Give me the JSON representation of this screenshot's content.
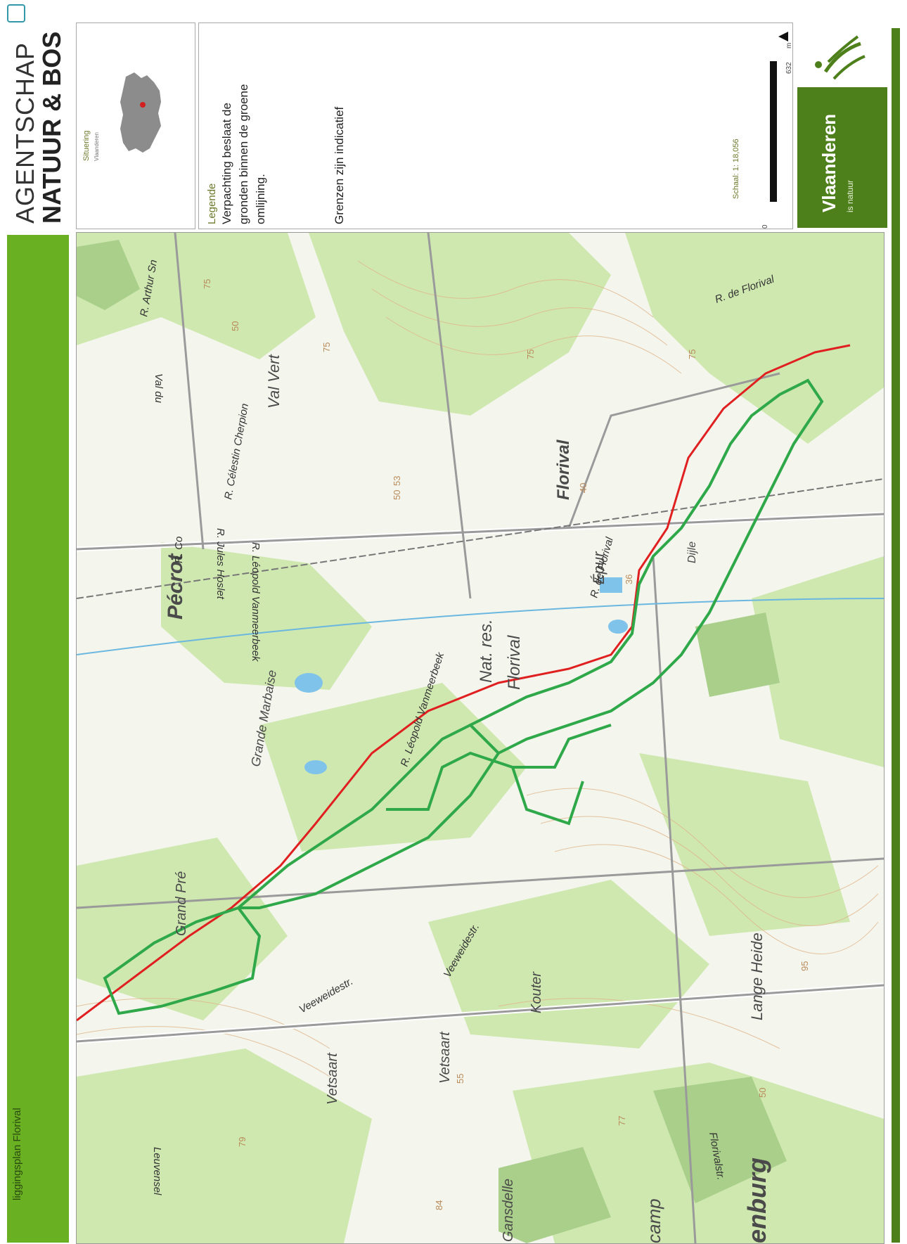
{
  "header": {
    "agency_line1": "AGENTSCHAP",
    "agency_line2": "NATUUR & BOS"
  },
  "left_bar": {
    "title": "liggingsplan Florival"
  },
  "situering": {
    "label": "Situering",
    "sublabel": "Vlaanderen"
  },
  "legend": {
    "title": "Legende",
    "line1": "Verpachting  beslaat de",
    "line2": "gronden binnen de groene",
    "line3": "omlijning.",
    "note": "Grenzen zijn indicatief",
    "scale_label": "Schaal:  1: 18,056",
    "scale_start": "0",
    "scale_end": "632",
    "scale_unit": "m"
  },
  "logo": {
    "name": "Vlaanderen",
    "sub": "is natuur"
  },
  "map_labels": {
    "pecrot": "Pécrot",
    "val_vert": "Val Vert",
    "florival": "Florival",
    "epur": "Épur",
    "grand_pre": "Grand Pré",
    "grande_marbaise": "Grande Marbaise",
    "nat_res": "Nat. res.",
    "nat_res2": "Florival",
    "dijle": "Dijle",
    "vetsaart1": "Vetsaart",
    "vetsaart2": "Vetsaart",
    "kouter": "Kouter",
    "lange_heide": "Lange Heide",
    "gansdelle": "Gansdelle",
    "camp": "camp",
    "enburg": "enburg",
    "r_celestin": "R. Célestin Cherpion",
    "r_jules": "R. Jules Hoslet",
    "r_leopold1": "R. Léopold Vanmeerbeek",
    "r_leopold2": "R. Léopold Vanmeerbeek",
    "r_florival1": "R. de Florival",
    "r_florival2": "R. de Florival",
    "veeweide1": "Veeweidestr.",
    "veeweide2": "Veeweidestr.",
    "leuvensel": "Leuvensel",
    "florivalstr": "Florivalstr.",
    "r_arthur": "R. Arthur Sn",
    "r_co": "R. Co",
    "val_du": "Val du",
    "h75a": "75",
    "h75b": "75",
    "h75c": "75",
    "h75d": "75",
    "h50a": "50",
    "h50b": "50",
    "h50c": "50",
    "h55": "55",
    "h77": "77",
    "h84": "84",
    "h79": "79",
    "h40": "40",
    "h36": "36",
    "h95": "95",
    "h53": "53"
  }
}
